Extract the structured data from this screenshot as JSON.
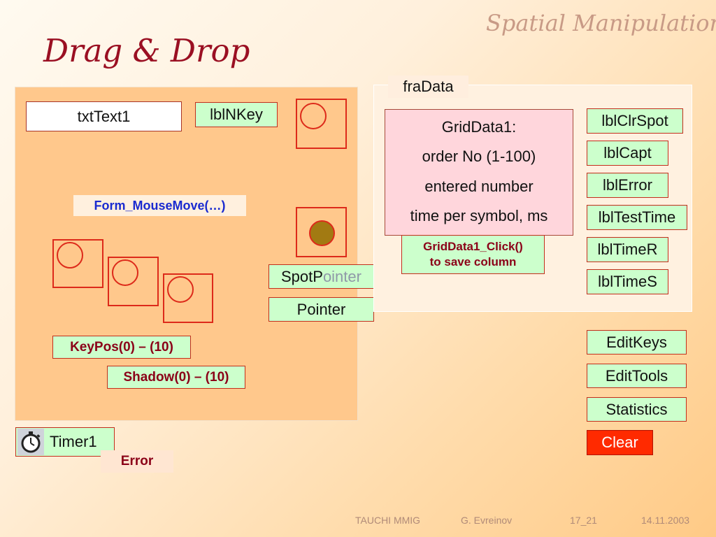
{
  "header": {
    "title": "Drag & Drop",
    "subtitle": "Spatial Manipulation"
  },
  "form": {
    "text_box": "txtText1",
    "key_label": "lblNKey",
    "mouse_move": "Form_MouseMove(…)",
    "spot_pointer_a": "SpotP",
    "spot_pointer_b": "ointer",
    "pointer": "Pointer",
    "key_pos": "KeyPos(0) – (10)",
    "shadow": "Shadow(0) – (10)"
  },
  "frame": {
    "label": "fraData",
    "grid_lines": [
      "GridData1:",
      "order No (1-100)",
      "entered number",
      "time per symbol, ms"
    ],
    "grid_click_line1": "GridData1_Click()",
    "grid_click_line2": "to save column"
  },
  "labels": {
    "clr_spot": "lblClrSpot",
    "capt": "lblCapt",
    "error": "lblError",
    "test_time": "lblTestTime",
    "time_r": "lblTimeR",
    "time_s": "lblTimeS"
  },
  "buttons": {
    "edit_keys": "EditKeys",
    "edit_tools": "EditTools",
    "statistics": "Statistics",
    "clear": "Clear"
  },
  "timer": {
    "label": "Timer1",
    "icon": "stopwatch-icon",
    "error": "Error"
  },
  "footer": {
    "org": "TAUCHI MMIG",
    "author": "G. Evreinov",
    "slide": "17_21",
    "date": "14.11.2003"
  },
  "colors": {
    "accent_red": "#9a0f22",
    "control_green": "#ccffcc",
    "clear_red": "#ff2a00",
    "spot_fill": "#a27a12"
  }
}
